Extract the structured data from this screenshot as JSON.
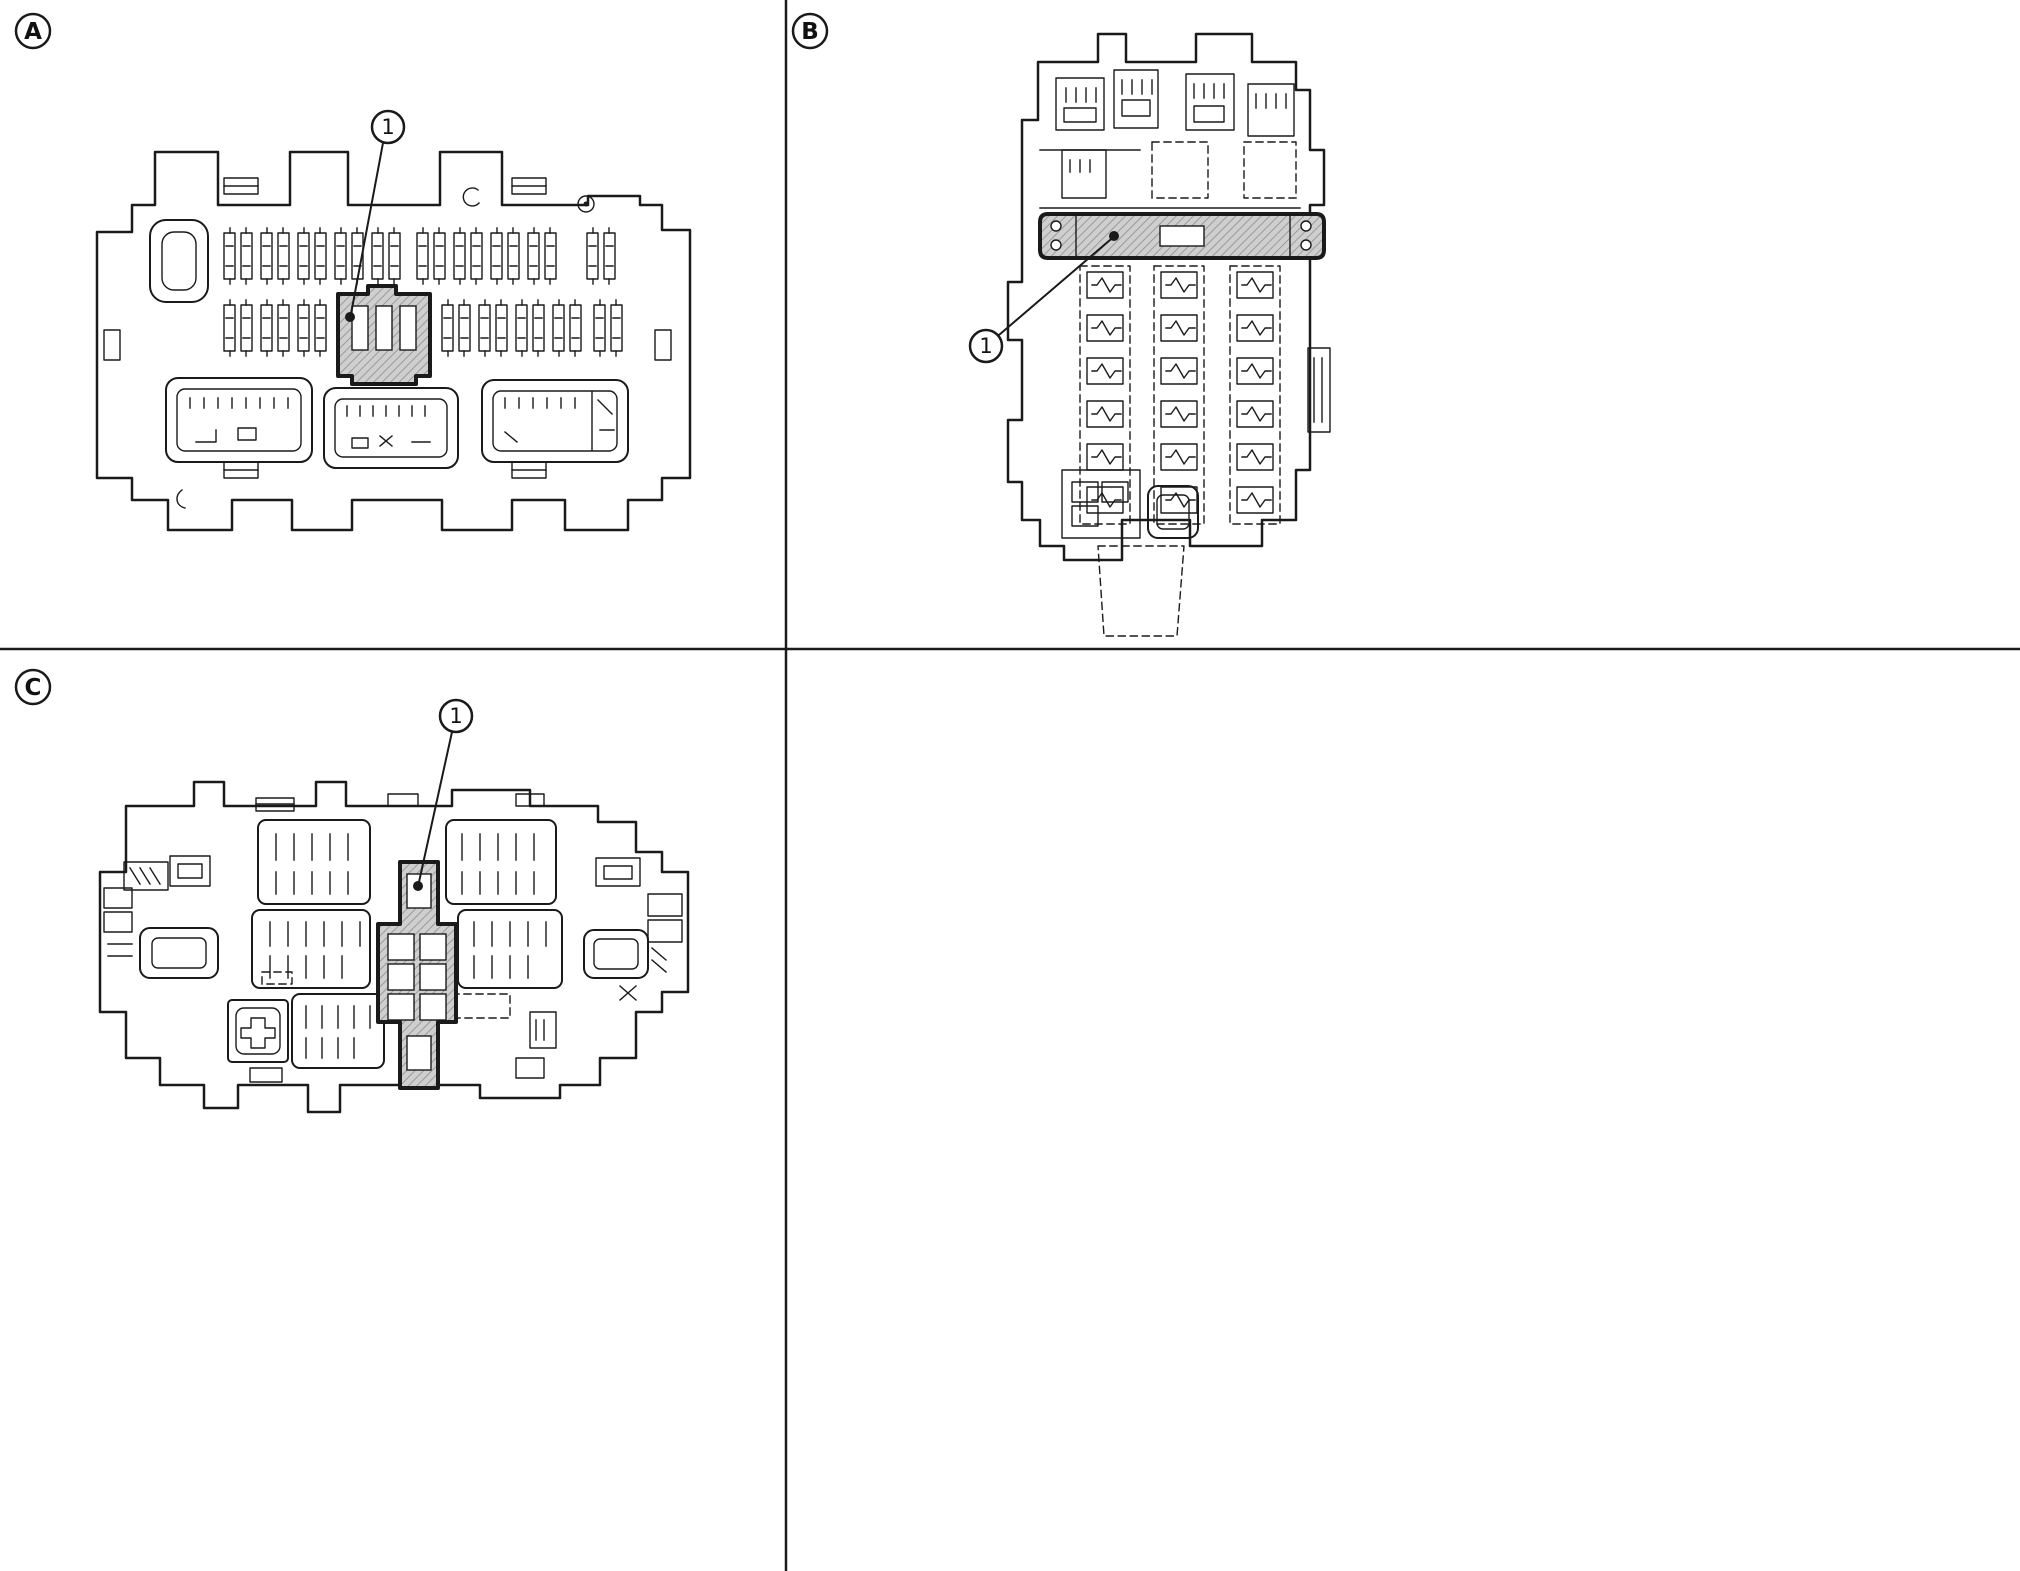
{
  "figure": {
    "background_color": "#ffffff",
    "line_color": "#1a1a1a",
    "highlight_fill_color": "#cfcfcf",
    "highlight_hatch_color": "#9a9a9a",
    "divider_color": "#1a1a1a"
  },
  "panels": [
    {
      "label": "A",
      "callout": "1"
    },
    {
      "label": "B",
      "callout": "1"
    },
    {
      "label": "C",
      "callout": "1"
    }
  ]
}
